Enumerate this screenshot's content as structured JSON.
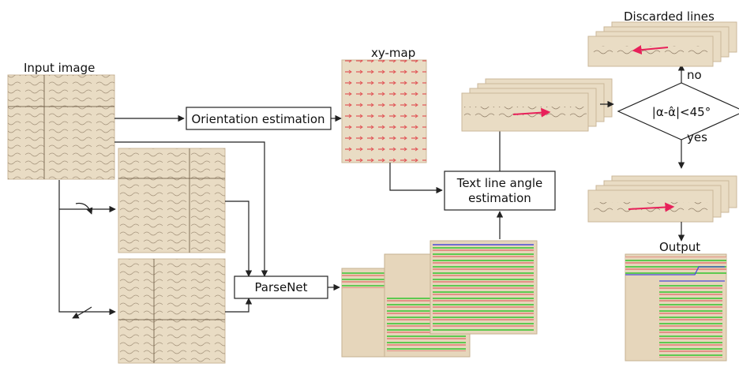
{
  "labels": {
    "input_image": "Input image",
    "xy_map": "xy-map",
    "discarded_lines": "Discarded lines",
    "output": "Output",
    "no": "no",
    "yes": "yes"
  },
  "boxes": {
    "orientation": "Orientation estimation",
    "parsenet": "ParseNet",
    "text_line_angle_1": "Text line angle",
    "text_line_angle_2": "estimation",
    "decision": "|α-α̂|<45°"
  },
  "colors": {
    "paper": "#e9dcc4",
    "arrow_red": "#e8215a",
    "grid_red": "#e0454a",
    "line_green": "#57c84a",
    "poly_blue": "#4a4ad8",
    "stroke": "#222222"
  }
}
